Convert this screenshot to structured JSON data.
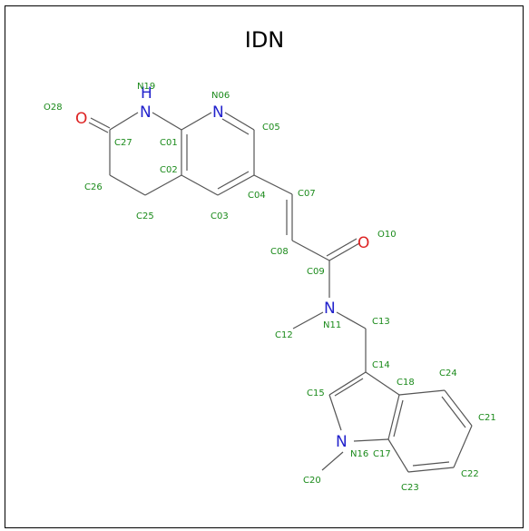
{
  "title": "IDN",
  "colors": {
    "carbon_label": "#1a8a1a",
    "nitrogen": "#2222cc",
    "oxygen": "#dd2222",
    "bond": "#555555"
  },
  "atom_symbols": {
    "N": "N",
    "NH": "N",
    "H": "H",
    "O": "O"
  },
  "labels": {
    "O28": "O28",
    "N19": "N19",
    "N06": "N06",
    "C05": "C05",
    "C27": "C27",
    "C01": "C01",
    "C02": "C02",
    "C26": "C26",
    "C25": "C25",
    "C03": "C03",
    "C04": "C04",
    "C07": "C07",
    "C08": "C08",
    "O10": "O10",
    "C09": "C09",
    "C13": "C13",
    "N11": "N11",
    "C12": "C12",
    "C14": "C14",
    "C18": "C18",
    "C24": "C24",
    "C15": "C15",
    "C21": "C21",
    "N16": "N16",
    "C17": "C17",
    "C22": "C22",
    "C20": "C20",
    "C23": "C23"
  }
}
